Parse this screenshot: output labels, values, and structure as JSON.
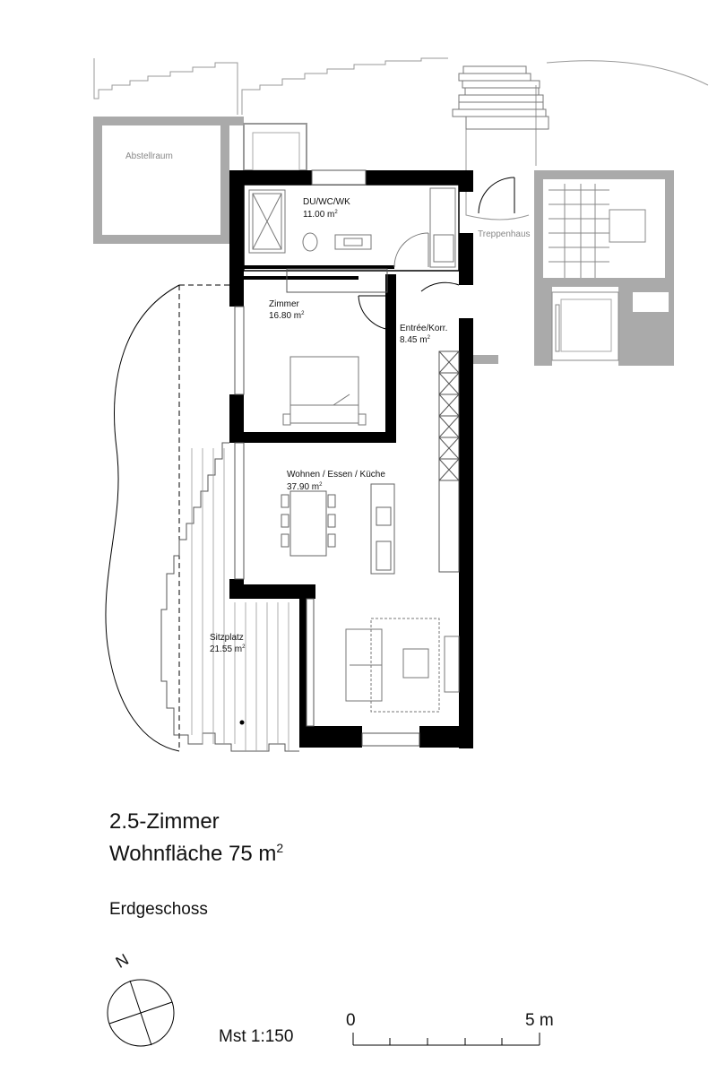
{
  "rooms": {
    "abstellraum": {
      "name": "Abstellraum"
    },
    "bath": {
      "name": "DU/WC/WK",
      "area": "11.00 m",
      "sup": "2"
    },
    "treppenhaus": {
      "name": "Treppenhaus"
    },
    "zimmer": {
      "name": "Zimmer",
      "area": "16.80 m",
      "sup": "2"
    },
    "entree": {
      "name": "Entrée/Korr.",
      "area": "8.45 m",
      "sup": "2"
    },
    "wohnen": {
      "name": "Wohnen / Essen / Küche",
      "area": "37.90 m",
      "sup": "2"
    },
    "sitzplatz": {
      "name": "Sitzplatz",
      "area": "21.55 m",
      "sup": "2"
    }
  },
  "unit": {
    "type": "2.5-Zimmer",
    "area_label": "Wohnfläche 75 m",
    "area_sup": "2",
    "floor": "Erdgeschoss"
  },
  "scale": {
    "label": "Mst 1:150",
    "start": "0",
    "end": "5 m"
  },
  "north": {
    "letter": "N"
  }
}
